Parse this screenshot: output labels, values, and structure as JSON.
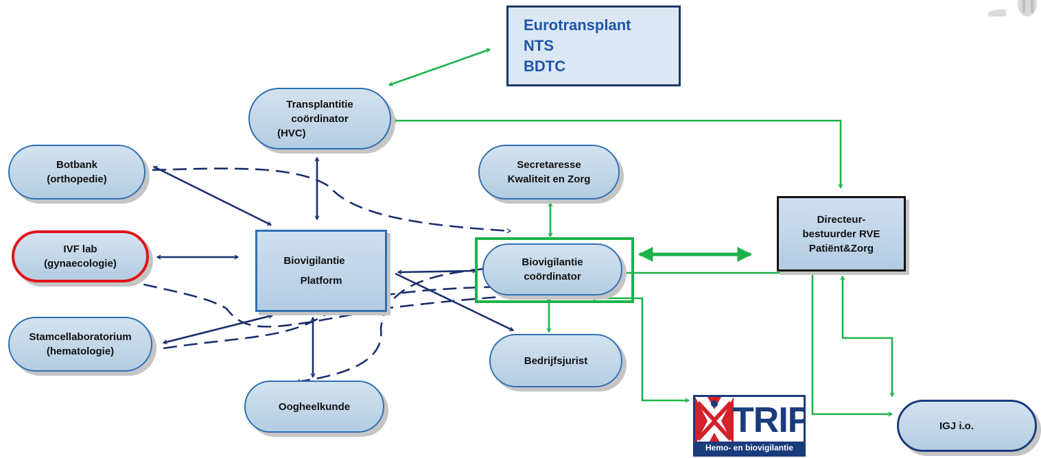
{
  "nodes": {
    "eurotransplant": {
      "lines": [
        "Eurotransplant",
        "NTS",
        "BDTC"
      ]
    },
    "transplant": {
      "lines": [
        "Transplantitie",
        "coördinator",
        "(HVC)"
      ]
    },
    "botbank": {
      "lines": [
        "Botbank",
        "(orthopedie)"
      ]
    },
    "ivf": {
      "lines": [
        "IVF lab",
        "(gynaecologie)"
      ]
    },
    "stamcel": {
      "lines": [
        "Stamcellaboratorium",
        "(hematologie)"
      ]
    },
    "platform": {
      "lines": [
        "Biovigilantie",
        "Platform"
      ]
    },
    "oog": {
      "lines": [
        "Oogheelkunde"
      ]
    },
    "secretaresse": {
      "lines": [
        "Secretaresse",
        "Kwaliteit en Zorg"
      ]
    },
    "biocoord": {
      "lines": [
        "Biovigilantie",
        "coördinator"
      ]
    },
    "bedrijfsjurist": {
      "lines": [
        "Bedrijfsjurist"
      ]
    },
    "directeur": {
      "lines": [
        "Directeur-",
        "bestuurder RVE",
        "Patiënt&Zorg"
      ]
    },
    "igj": {
      "lines": [
        "IGJ i.o."
      ]
    }
  },
  "trip_logo": {
    "word": "TRIP",
    "tagline": "Hemo- en biovigilantie"
  },
  "colors": {
    "navy_arrow": "#1a2e6e",
    "green_arrow": "#1cb24b",
    "node_border": "#2f6fb1",
    "ivf_border": "#e0141a",
    "highlight": "#1cb24b"
  }
}
